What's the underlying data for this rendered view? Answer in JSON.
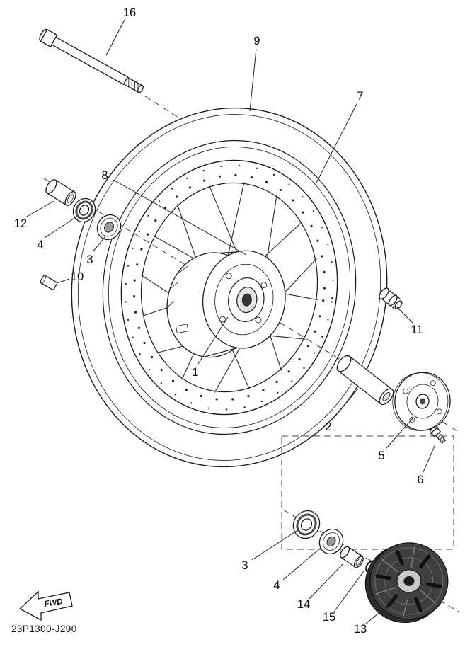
{
  "diagram": {
    "code": "23P1300-J290",
    "fwd": "FWD",
    "colors": {
      "ink": "#1a1a1a",
      "paper": "#ffffff",
      "rotor_dark": "#3f3f3f"
    }
  },
  "callouts": [
    {
      "label": "16"
    },
    {
      "label": "9"
    },
    {
      "label": "7"
    },
    {
      "label": "8"
    },
    {
      "label": "12"
    },
    {
      "label": "4"
    },
    {
      "label": "3"
    },
    {
      "label": "10"
    },
    {
      "label": "11"
    },
    {
      "label": "1"
    },
    {
      "label": "2"
    },
    {
      "label": "5"
    },
    {
      "label": "6"
    },
    {
      "label": "3"
    },
    {
      "label": "4"
    },
    {
      "label": "14"
    },
    {
      "label": "15"
    },
    {
      "label": "13"
    }
  ]
}
